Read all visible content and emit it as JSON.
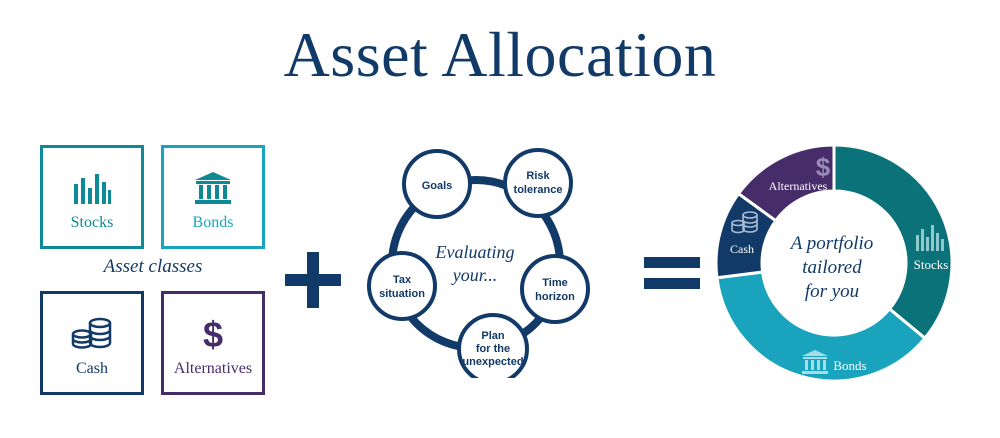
{
  "title": "Asset Allocation",
  "colors": {
    "navy": "#123a68",
    "teal": "#0e8a96",
    "light_teal": "#19a3bd",
    "dark_teal": "#0b7279",
    "purple": "#472c6a"
  },
  "asset_classes": {
    "caption": "Asset classes",
    "items": [
      {
        "label": "Stocks",
        "icon": "bar-chart-icon"
      },
      {
        "label": "Bonds",
        "icon": "bank-building-icon"
      },
      {
        "label": "Cash",
        "icon": "coin-stack-icon"
      },
      {
        "label": "Alternatives",
        "icon": "dollar-sign-icon"
      }
    ]
  },
  "operators": {
    "plus": "+",
    "equals": "="
  },
  "evaluation": {
    "center_line1": "Evaluating",
    "center_line2": "your...",
    "factors": [
      {
        "lines": [
          "Goals"
        ]
      },
      {
        "lines": [
          "Risk",
          "tolerance"
        ]
      },
      {
        "lines": [
          "Time",
          "horizon"
        ]
      },
      {
        "lines": [
          "Plan",
          "for the",
          "unexpected"
        ]
      },
      {
        "lines": [
          "Tax",
          "situation"
        ]
      }
    ]
  },
  "portfolio": {
    "center_line1": "A portfolio",
    "center_line2": "tailored",
    "center_line3": "for you"
  },
  "chart_data": {
    "type": "pie",
    "categories": [
      "Stocks",
      "Bonds",
      "Cash",
      "Alternatives"
    ],
    "values": [
      36,
      37,
      12,
      15
    ],
    "colors": [
      "#0b7279",
      "#19a3bd",
      "#123a68",
      "#472c6a"
    ],
    "donut": true
  }
}
